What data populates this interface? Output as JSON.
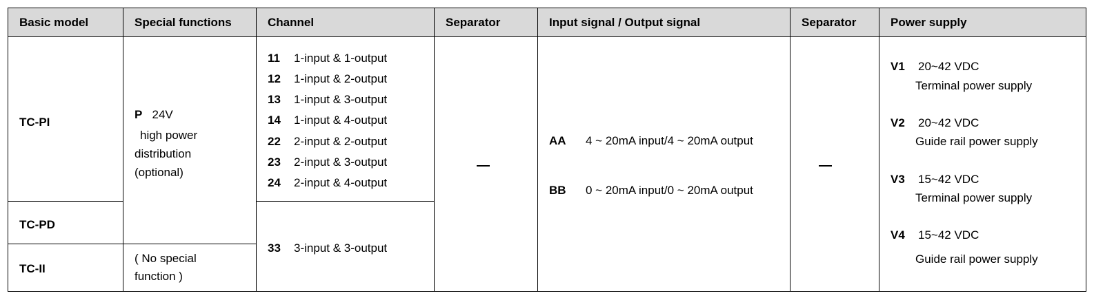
{
  "headers": {
    "basic_model": "Basic model",
    "special_functions": "Special functions",
    "channel": "Channel",
    "separator_1": "Separator",
    "io_signal": "Input signal / Output signal",
    "separator_2": "Separator",
    "power_supply": "Power supply"
  },
  "models": [
    "TC-PI",
    "TC-PD",
    "TC-II"
  ],
  "special": {
    "p_code": "P",
    "p_voltage": "24V",
    "p_line1": "high power",
    "p_line2": "distribution",
    "p_line3": "(optional)",
    "none_line1": "( No special",
    "none_line2": "function )"
  },
  "channels": [
    {
      "code": "11",
      "desc": "1-input & 1-output"
    },
    {
      "code": "12",
      "desc": "1-input & 2-output"
    },
    {
      "code": "13",
      "desc": "1-input & 3-output"
    },
    {
      "code": "14",
      "desc": "1-input & 4-output"
    },
    {
      "code": "22",
      "desc": "2-input & 2-output"
    },
    {
      "code": "23",
      "desc": "2-input & 3-output"
    },
    {
      "code": "24",
      "desc": "2-input & 4-output"
    }
  ],
  "channel_33": {
    "code": "33",
    "desc": "3-input & 3-output"
  },
  "separator_mark": "—",
  "signals": [
    {
      "code": "AA",
      "desc": "4 ~ 20mA input/4 ~ 20mA output"
    },
    {
      "code": "BB",
      "desc": "0 ~ 20mA input/0 ~ 20mA output"
    }
  ],
  "power": [
    {
      "code": "V1",
      "voltage": "20~42 VDC",
      "desc": "Terminal power supply"
    },
    {
      "code": "V2",
      "voltage": "20~42 VDC",
      "desc": "Guide rail power supply"
    },
    {
      "code": "V3",
      "voltage": "15~42 VDC",
      "desc": "Terminal power supply"
    },
    {
      "code": "V4",
      "voltage": "15~42 VDC",
      "desc": "Guide rail power supply"
    }
  ]
}
